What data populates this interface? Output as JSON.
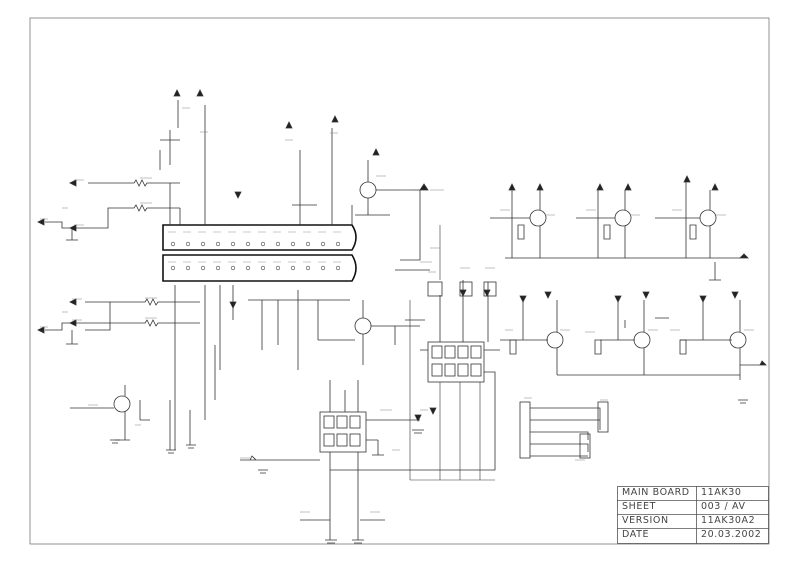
{
  "title_block": {
    "rows": [
      {
        "label": "MAIN BOARD",
        "value": "11AK30"
      },
      {
        "label": "SHEET",
        "value": "003 / AV"
      },
      {
        "label": "VERSION",
        "value": "11AK30A2"
      },
      {
        "label": "DATE",
        "value": "20.03.2002"
      }
    ]
  },
  "colors": {
    "ink": "#222222",
    "border": "#555555",
    "paper": "#ffffff"
  }
}
